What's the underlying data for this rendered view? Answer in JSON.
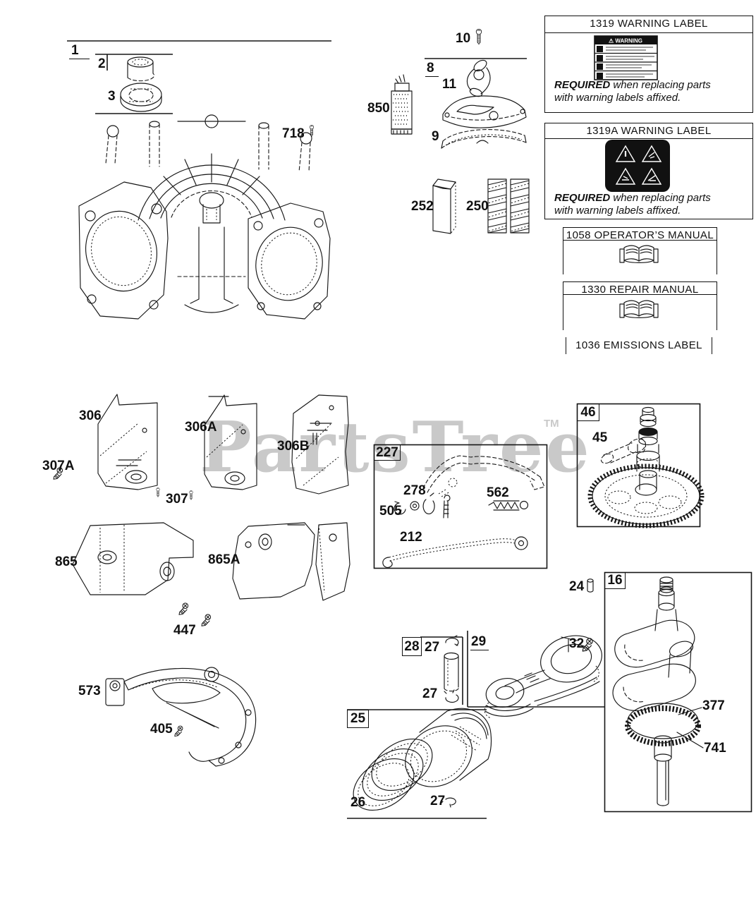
{
  "watermark": {
    "text": "PartsTree",
    "tm": "TM",
    "color": "#c9c9c9"
  },
  "panels": {
    "warning_1319": {
      "title": "1319 WARNING LABEL",
      "required": "REQUIRED",
      "req_rest": " when replacing parts",
      "line2": "with warning labels affixed."
    },
    "warning_1319a": {
      "title": "1319A WARNING LABEL",
      "required": "REQUIRED",
      "req_rest": " when replacing parts",
      "line2": "with warning labels affixed."
    },
    "operators_manual": {
      "title": "1058 OPERATOR’S MANUAL"
    },
    "repair_manual": {
      "title": "1330 REPAIR MANUAL"
    },
    "emissions_label": {
      "title": "1036 EMISSIONS LABEL"
    }
  },
  "warning_graphic": {
    "header": "⚠ WARNING",
    "label_bg": "#111111"
  },
  "icons": {
    "book": "open-book-icon",
    "warning_triangle": "warning-triangle-icon",
    "screw": "screw-icon"
  },
  "callouts": {
    "c1": {
      "label": "1"
    },
    "c2": {
      "label": "2"
    },
    "c3": {
      "label": "3"
    },
    "c718": {
      "label": "718"
    },
    "c10": {
      "label": "10"
    },
    "c8": {
      "label": "8"
    },
    "c11": {
      "label": "11"
    },
    "c850": {
      "label": "850"
    },
    "c9": {
      "label": "9"
    },
    "c252": {
      "label": "252"
    },
    "c250": {
      "label": "250"
    },
    "c306": {
      "label": "306"
    },
    "c306a": {
      "label": "306A"
    },
    "c306b": {
      "label": "306B"
    },
    "c307a": {
      "label": "307A"
    },
    "c307": {
      "label": "307"
    },
    "c227": {
      "label": "227"
    },
    "c278": {
      "label": "278"
    },
    "c505": {
      "label": "505"
    },
    "c562": {
      "label": "562"
    },
    "c212": {
      "label": "212"
    },
    "c46": {
      "label": "46"
    },
    "c45": {
      "label": "45"
    },
    "c865": {
      "label": "865"
    },
    "c865a": {
      "label": "865A"
    },
    "c447": {
      "label": "447"
    },
    "c573": {
      "label": "573"
    },
    "c405": {
      "label": "405"
    },
    "c24": {
      "label": "24"
    },
    "c16": {
      "label": "16"
    },
    "c28": {
      "label": "28"
    },
    "c27a": {
      "label": "27"
    },
    "c27b": {
      "label": "27"
    },
    "c29": {
      "label": "29"
    },
    "c32": {
      "label": "32"
    },
    "c377": {
      "label": "377"
    },
    "c741": {
      "label": "741"
    },
    "c25": {
      "label": "25"
    },
    "c26": {
      "label": "26"
    },
    "c27c": {
      "label": "27"
    }
  }
}
